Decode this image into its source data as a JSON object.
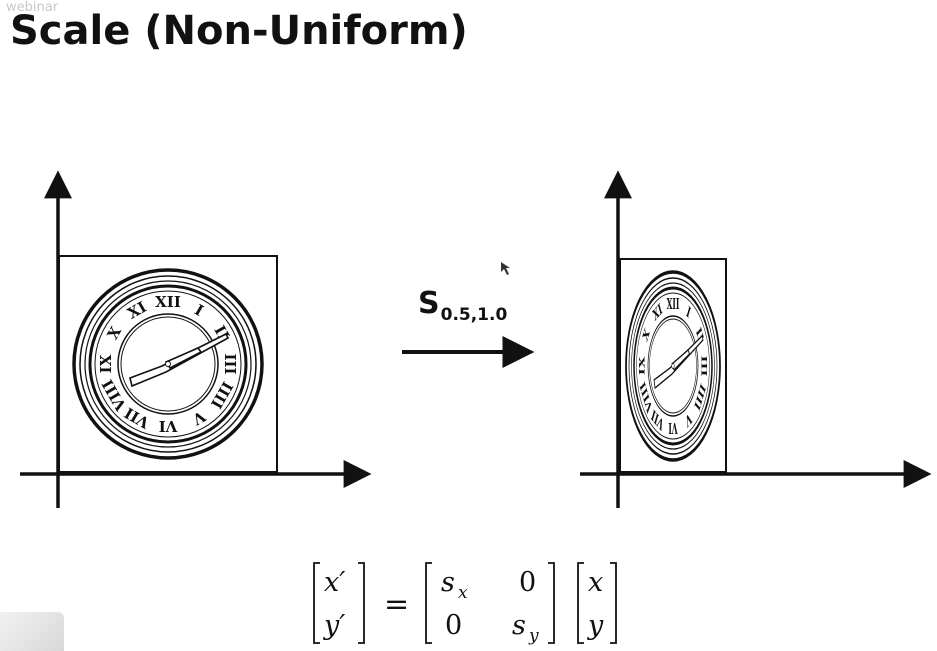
{
  "watermark": "webinar",
  "title": "Scale (Non-Uniform)",
  "operator": {
    "symbol": "S",
    "subscript": "0.5,1.0"
  },
  "scale": {
    "sx": 0.5,
    "sy": 1.0
  },
  "clock": {
    "numerals": [
      "XII",
      "I",
      "II",
      "III",
      "IIII",
      "V",
      "VI",
      "VII",
      "VIII",
      "IX",
      "X",
      "XI"
    ]
  },
  "equation": {
    "lhs": [
      "x′",
      "y′"
    ],
    "equals": "=",
    "matrix": [
      [
        "s",
        "x",
        "0"
      ],
      [
        "0",
        "s",
        "y"
      ]
    ],
    "rhs": [
      "x",
      "y"
    ]
  }
}
